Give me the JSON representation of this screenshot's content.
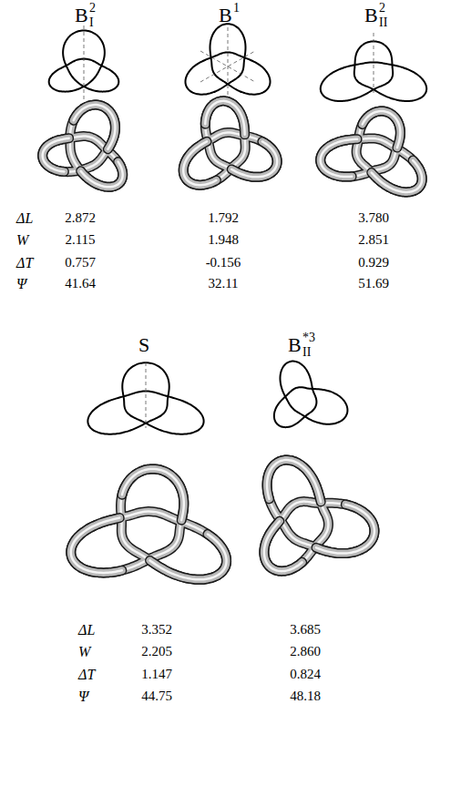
{
  "diagram": {
    "labels": [
      "B",
      "2",
      "I",
      "B",
      "1",
      "B",
      "2",
      "II",
      "ΔL",
      "W",
      "ΔT",
      "Ψ",
      "2.872",
      "1.792",
      "3.780",
      "2.115",
      "1.948",
      "2.851",
      "0.757",
      "-0.156",
      "0.929",
      "41.64",
      "32.11",
      "51.69",
      "S",
      "B",
      "*3",
      "II",
      "ΔL",
      "W",
      "ΔT",
      "Ψ",
      "3.352",
      "3.685",
      "2.205",
      "2.860",
      "1.147",
      "0.824",
      "44.75",
      "48.18"
    ]
  }
}
